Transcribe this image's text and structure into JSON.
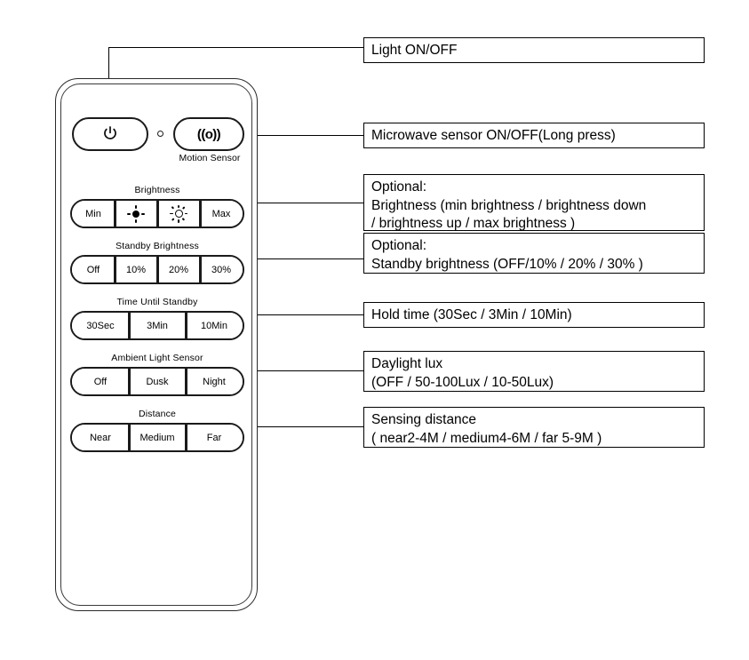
{
  "remote": {
    "top_row": {
      "power_button": {
        "name": "Light ON/OFF",
        "glyph": "power-icon"
      },
      "led_indicator": {
        "name": "led-indicator"
      },
      "motion_button": {
        "glyph": "((o))",
        "caption": "Motion Sensor"
      }
    },
    "groups": [
      {
        "label": "Brightness",
        "buttons": [
          {
            "text": "Min",
            "icon": ""
          },
          {
            "text": "",
            "icon": "brightness-down-icon"
          },
          {
            "text": "",
            "icon": "brightness-up-icon"
          },
          {
            "text": "Max",
            "icon": ""
          }
        ]
      },
      {
        "label": "Standby Brightness",
        "buttons": [
          {
            "text": "Off",
            "icon": ""
          },
          {
            "text": "10%",
            "icon": ""
          },
          {
            "text": "20%",
            "icon": ""
          },
          {
            "text": "30%",
            "icon": ""
          }
        ]
      },
      {
        "label": "Time Until Standby",
        "buttons": [
          {
            "text": "30Sec",
            "icon": ""
          },
          {
            "text": "3Min",
            "icon": ""
          },
          {
            "text": "10Min",
            "icon": ""
          }
        ]
      },
      {
        "label": "Ambient Light Sensor",
        "buttons": [
          {
            "text": "Off",
            "icon": ""
          },
          {
            "text": "Dusk",
            "icon": ""
          },
          {
            "text": "Night",
            "icon": ""
          }
        ]
      },
      {
        "label": "Distance",
        "buttons": [
          {
            "text": "Near",
            "icon": ""
          },
          {
            "text": "Medium",
            "icon": ""
          },
          {
            "text": "Far",
            "icon": ""
          }
        ]
      }
    ]
  },
  "callouts": [
    {
      "id": "light-onoff",
      "text": "Light ON/OFF"
    },
    {
      "id": "microwave-sensor",
      "text": "Microwave sensor ON/OFF(Long press)"
    },
    {
      "id": "brightness",
      "text": "Optional:\nBrightness (min brightness / brightness down\n/ brightness up / max brightness )"
    },
    {
      "id": "standby-brightness",
      "text": "Optional:\nStandby brightness (OFF/10% / 20% / 30% )"
    },
    {
      "id": "hold-time",
      "text": "Hold time (30Sec / 3Min / 10Min)"
    },
    {
      "id": "daylight-lux",
      "text": "Daylight lux\n(OFF / 50-100Lux / 10-50Lux)"
    },
    {
      "id": "sensing-distance",
      "text": "Sensing distance\n( near2-4M / medium4-6M / far 5-9M )"
    }
  ],
  "colors": {
    "line": "#000000",
    "button_stroke": "#1a1a1a",
    "background": "#ffffff"
  }
}
